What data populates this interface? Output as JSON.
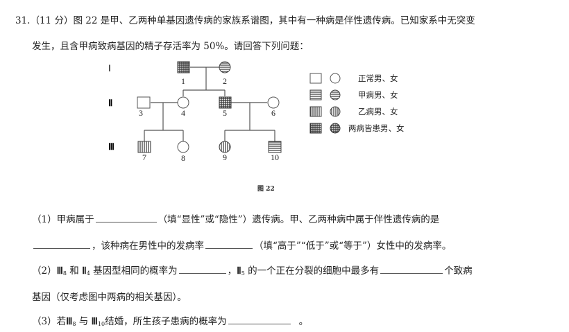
{
  "question": {
    "line1": "31.（11 分）图 22 是甲、乙两种单基因遗传病的家族系谱图，其中有一种病是伴性遗传病。已知家系中无突变",
    "line2": "发生，且含甲病致病基因的精子存活率为 50%。请回答下列问题："
  },
  "figure": {
    "caption": "图 22",
    "generations": [
      "Ⅰ",
      "Ⅱ",
      "Ⅲ"
    ],
    "individuals": [
      {
        "id": "1",
        "sex": "male",
        "status": "both"
      },
      {
        "id": "2",
        "sex": "female",
        "status": "jia"
      },
      {
        "id": "3",
        "sex": "male",
        "status": "normal"
      },
      {
        "id": "4",
        "sex": "female",
        "status": "normal"
      },
      {
        "id": "5",
        "sex": "male",
        "status": "both"
      },
      {
        "id": "6",
        "sex": "female",
        "status": "normal"
      },
      {
        "id": "7",
        "sex": "male",
        "status": "yi"
      },
      {
        "id": "8",
        "sex": "female",
        "status": "normal"
      },
      {
        "id": "9",
        "sex": "female",
        "status": "yi"
      },
      {
        "id": "10",
        "sex": "male",
        "status": "jia"
      }
    ],
    "legend": [
      {
        "label": "正常男、女",
        "pattern": "normal"
      },
      {
        "label": "甲病男、女",
        "pattern": "jia"
      },
      {
        "label": "乙病男、女",
        "pattern": "yi"
      },
      {
        "label": "两病皆患男、女",
        "pattern": "both"
      }
    ]
  },
  "q1": {
    "a": "（1）甲病属于",
    "b": "（填“显性”或“隐性”）遗传病。甲、乙两种病中属于伴性遗传病的是",
    "c": "，该种病在男性中的发病率",
    "d": "（填“高于”“低于”或“等于”）女性中的发病率。"
  },
  "q2": {
    "a": "（2）",
    "r3": "Ⅲ",
    "s8": "8",
    "and": " 和 ",
    "r2": "Ⅱ",
    "s4": "4",
    "b": " 基因型相同的概率为",
    "c": "，",
    "r2b": "Ⅱ",
    "s5": "5",
    "d": " 的一个正在分裂的细胞中最多有",
    "e": "个致病",
    "f": "基因（仅考虑图中两病的相关基因）。"
  },
  "q3": {
    "a": "（3）若",
    "r3": "Ⅲ",
    "s8": "8",
    "with": " 与 ",
    "r3b": "Ⅲ",
    "s10": "10",
    "b": "结婚，所生孩子患病的概率为",
    "c": "。"
  }
}
